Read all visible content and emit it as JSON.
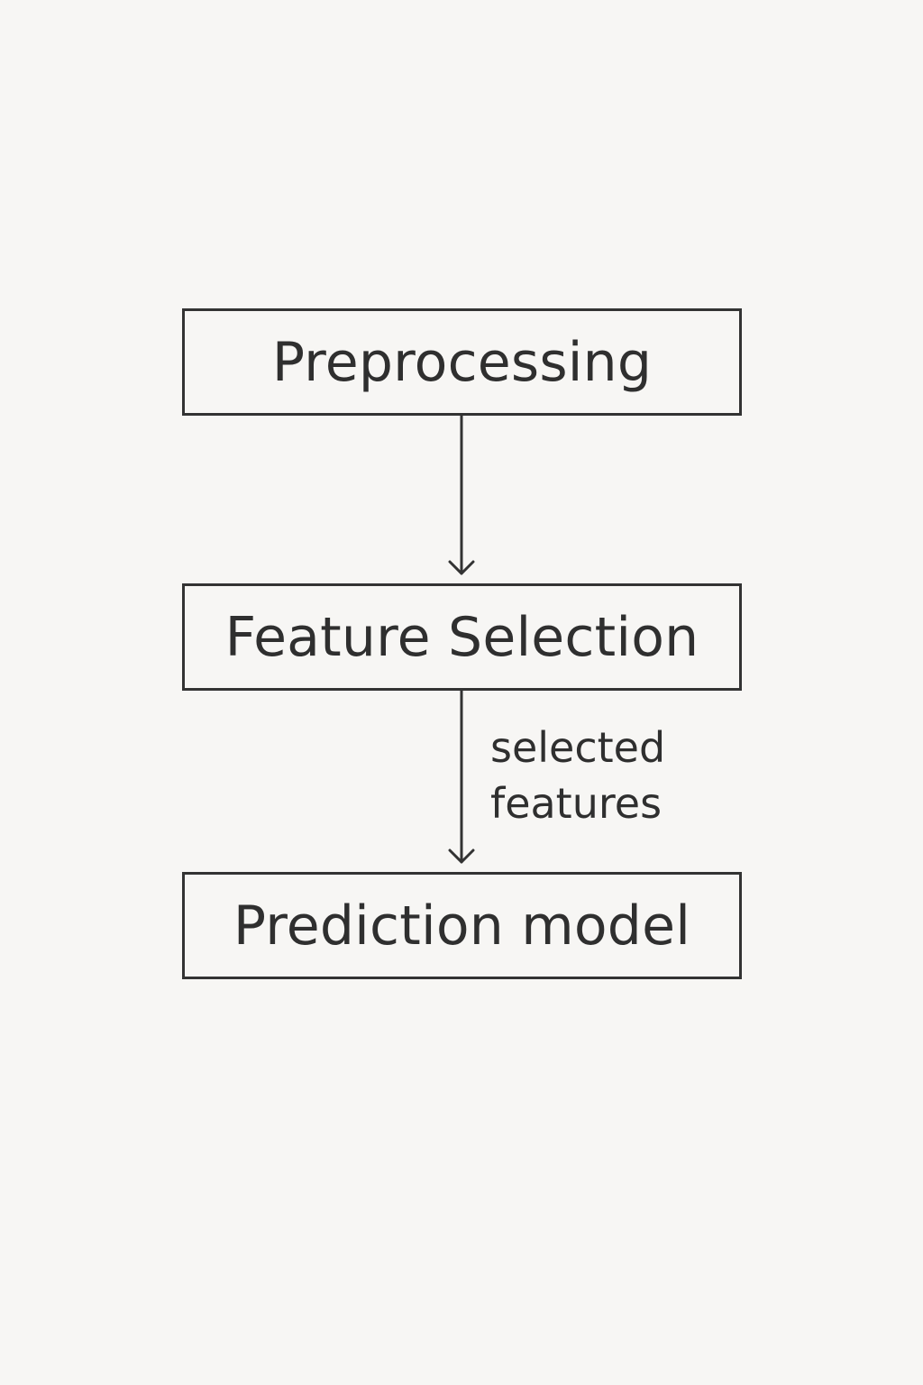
{
  "diagram": {
    "nodes": [
      {
        "id": "preprocessing",
        "label": "Preprocessing"
      },
      {
        "id": "feature_selection",
        "label": "Feature Selection"
      },
      {
        "id": "prediction_model",
        "label": "Prediction model"
      }
    ],
    "edges": [
      {
        "from": "preprocessing",
        "to": "feature_selection",
        "label": ""
      },
      {
        "from": "feature_selection",
        "to": "prediction_model",
        "label_line_1": "selected",
        "label_line_2": "features"
      }
    ]
  },
  "colors": {
    "background": "#f7f6f4",
    "stroke": "#333333",
    "text": "#2f2f2f"
  }
}
